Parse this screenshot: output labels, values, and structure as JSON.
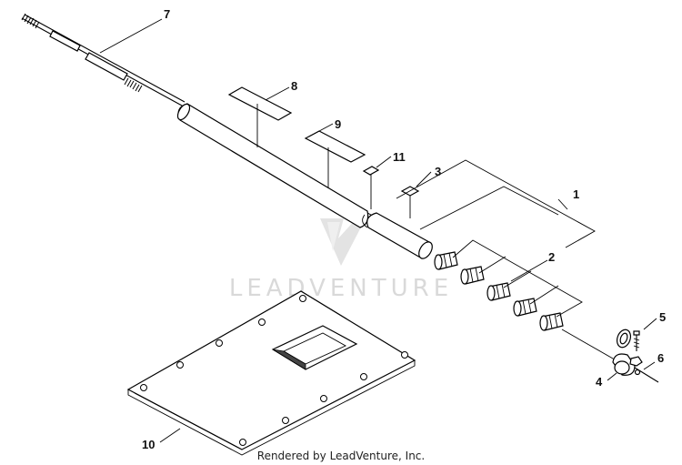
{
  "diagram": {
    "watermark": "LEADVENTURE",
    "footer": "Rendered by LeadVenture, Inc.",
    "callouts": [
      {
        "id": "c1",
        "label": "1"
      },
      {
        "id": "c2",
        "label": "2"
      },
      {
        "id": "c3",
        "label": "3"
      },
      {
        "id": "c4",
        "label": "4"
      },
      {
        "id": "c5",
        "label": "5"
      },
      {
        "id": "c6",
        "label": "6"
      },
      {
        "id": "c7",
        "label": "7"
      },
      {
        "id": "c8",
        "label": "8"
      },
      {
        "id": "c9",
        "label": "9"
      },
      {
        "id": "c10",
        "label": "10"
      },
      {
        "id": "c11",
        "label": "11"
      }
    ]
  }
}
